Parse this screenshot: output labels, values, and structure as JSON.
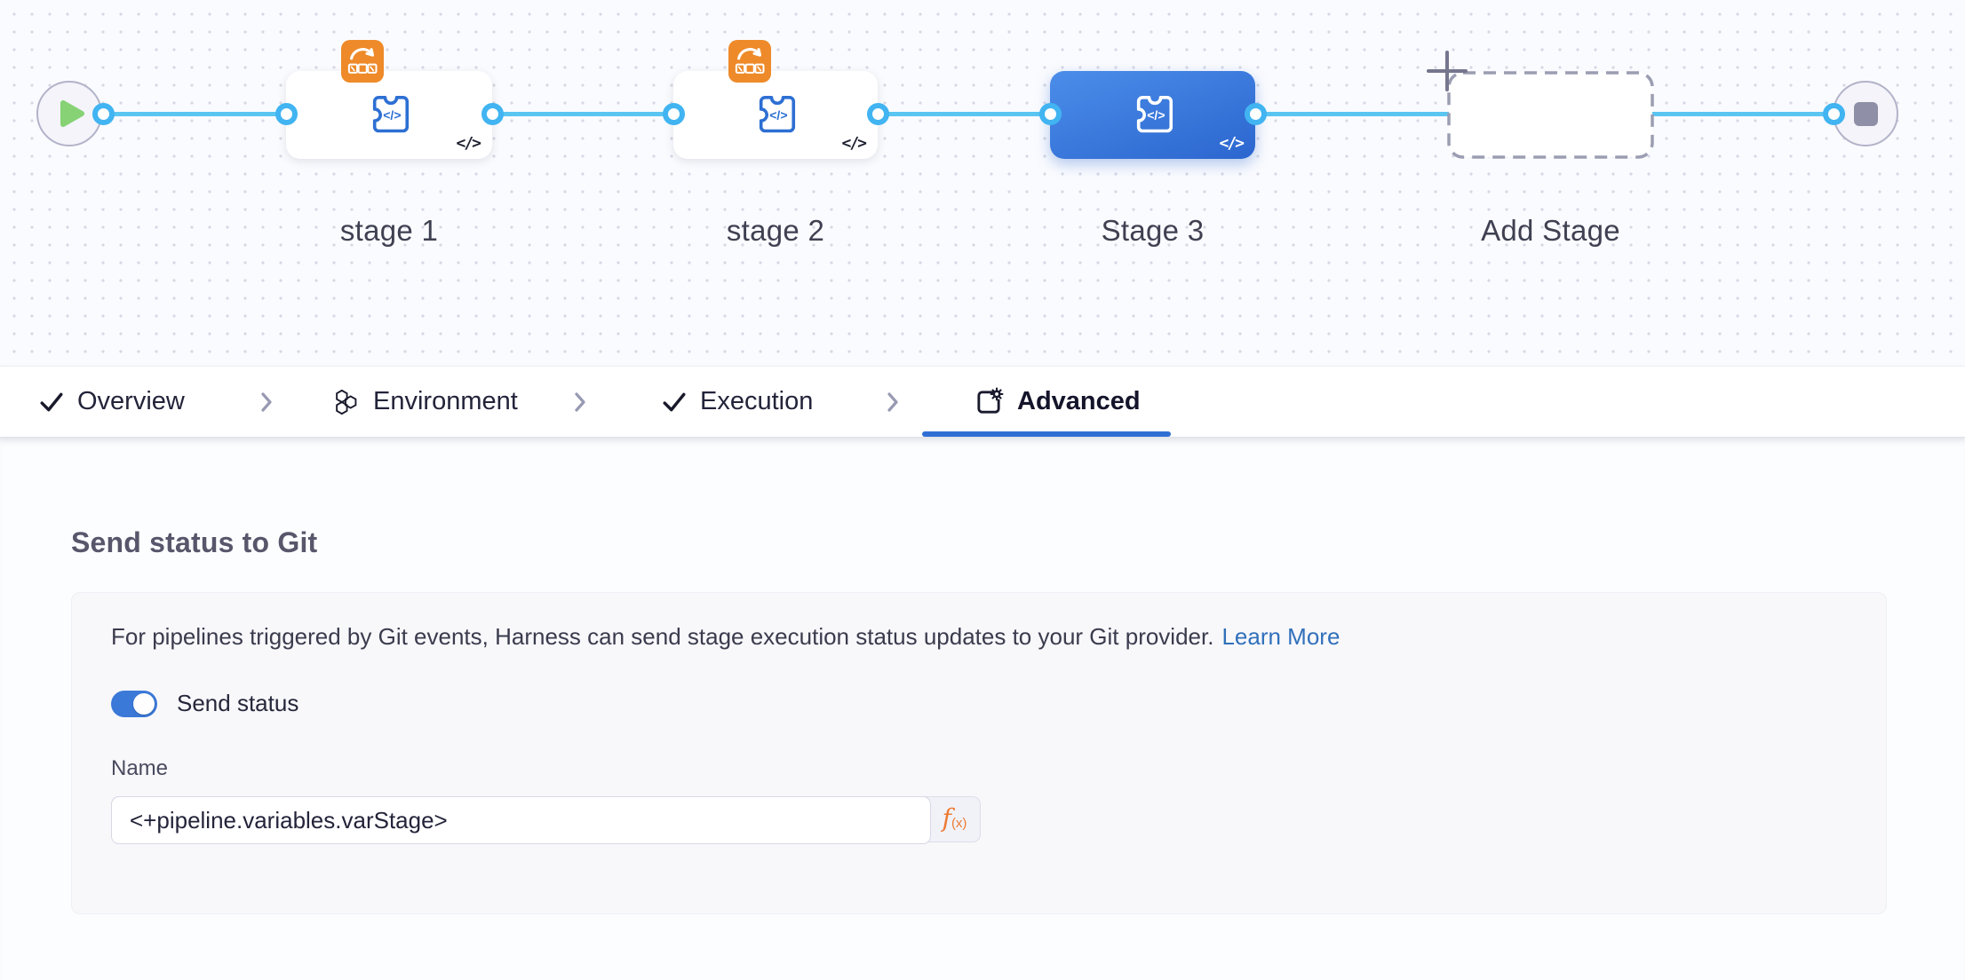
{
  "pipeline": {
    "code_glyph": "</>",
    "stages": [
      {
        "label": "stage 1",
        "overlay": "</>",
        "selected": false,
        "badge": "propagate-icon"
      },
      {
        "label": "stage 2",
        "overlay": "</>",
        "selected": false,
        "badge": "propagate-icon"
      },
      {
        "label": "Stage 3",
        "overlay": "</>",
        "selected": true
      },
      {
        "label": "Add Stage",
        "type": "add"
      }
    ],
    "icons": {
      "start": "play-icon",
      "end": "stop-icon",
      "stage_type": "puzzle-code-icon",
      "badge": "propagate-icon"
    }
  },
  "tabs": [
    {
      "label": "Overview",
      "icon": "check-icon",
      "active": false
    },
    {
      "label": "Environment",
      "icon": "hexagons-icon",
      "active": false
    },
    {
      "label": "Execution",
      "icon": "check-icon",
      "active": false
    },
    {
      "label": "Advanced",
      "icon": "card-gear-icon",
      "active": true
    }
  ],
  "panel": {
    "title": "Send status to Git",
    "description": "For pipelines triggered by Git events, Harness can send stage execution status updates to your Git provider.",
    "learn_more": "Learn More",
    "toggle_label": "Send status",
    "toggle_on": true,
    "name_label": "Name",
    "name_value": "<+pipeline.variables.varStage>",
    "fx_main": "f",
    "fx_sub": "(x)"
  },
  "colors": {
    "accent_blue": "#2f6fd4",
    "connector_blue": "#5bc5f2",
    "port_ring": "#41b4f1",
    "selected_stage_start": "#4b8de9",
    "selected_stage_end": "#2b66cf",
    "stage_icon_blue": "#2d6fd3",
    "badge_orange": "#ee8a29",
    "fx_orange": "#ed7a33",
    "toggle_on_blue": "#3b79d8",
    "link_blue": "#3170ba",
    "play_green": "#86d275",
    "stop_gray": "#8f90a7"
  }
}
